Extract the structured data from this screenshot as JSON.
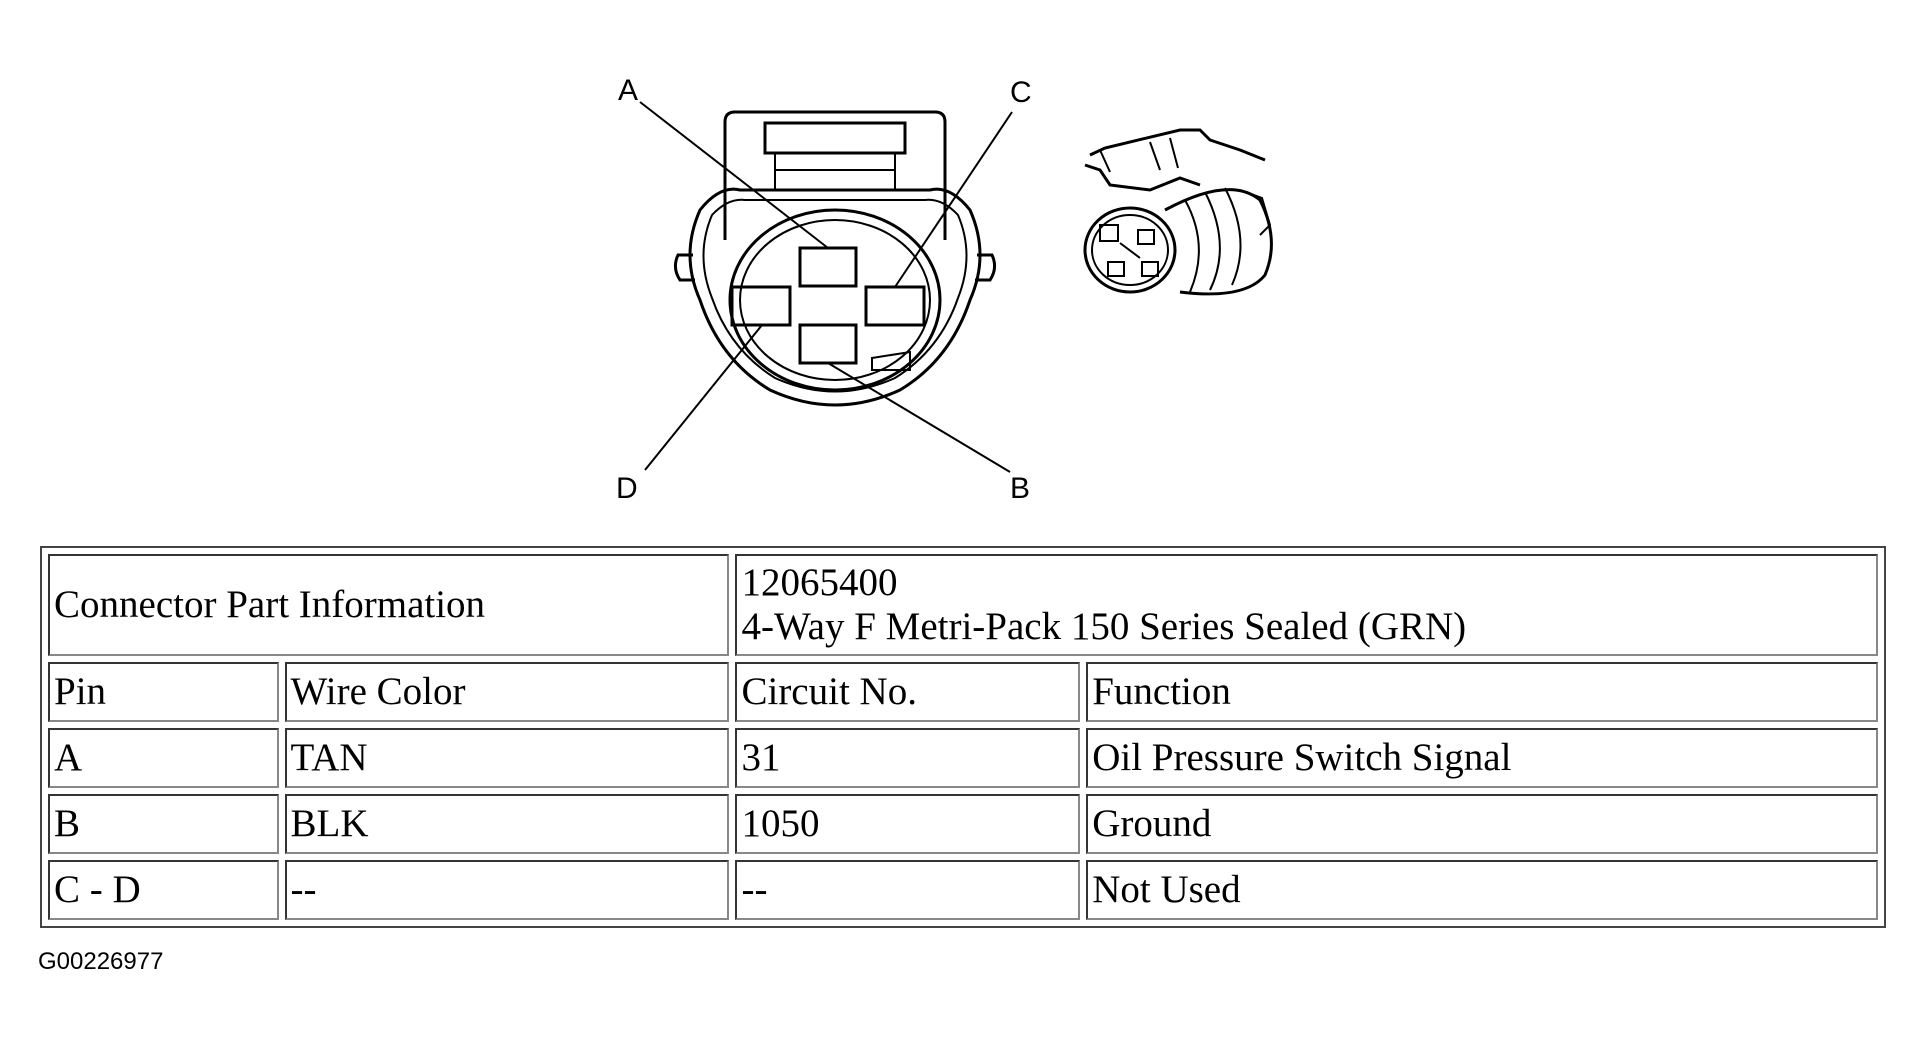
{
  "diagram": {
    "pin_labels": {
      "a": "A",
      "b": "B",
      "c": "C",
      "d": "D"
    }
  },
  "table": {
    "part_info_label": "Connector Part Information",
    "part_number": "12065400",
    "part_description": "4-Way F Metri-Pack 150 Series Sealed (GRN)",
    "columns": [
      "Pin",
      "Wire Color",
      "Circuit No.",
      "Function"
    ],
    "rows": [
      {
        "pin": "A",
        "wire_color": "TAN",
        "circuit": "31",
        "function": "Oil Pressure Switch Signal"
      },
      {
        "pin": "B",
        "wire_color": "BLK",
        "circuit": "1050",
        "function": "Ground"
      },
      {
        "pin": "C - D",
        "wire_color": "--",
        "circuit": "--",
        "function": "Not Used"
      }
    ]
  },
  "figure_id": "G00226977"
}
